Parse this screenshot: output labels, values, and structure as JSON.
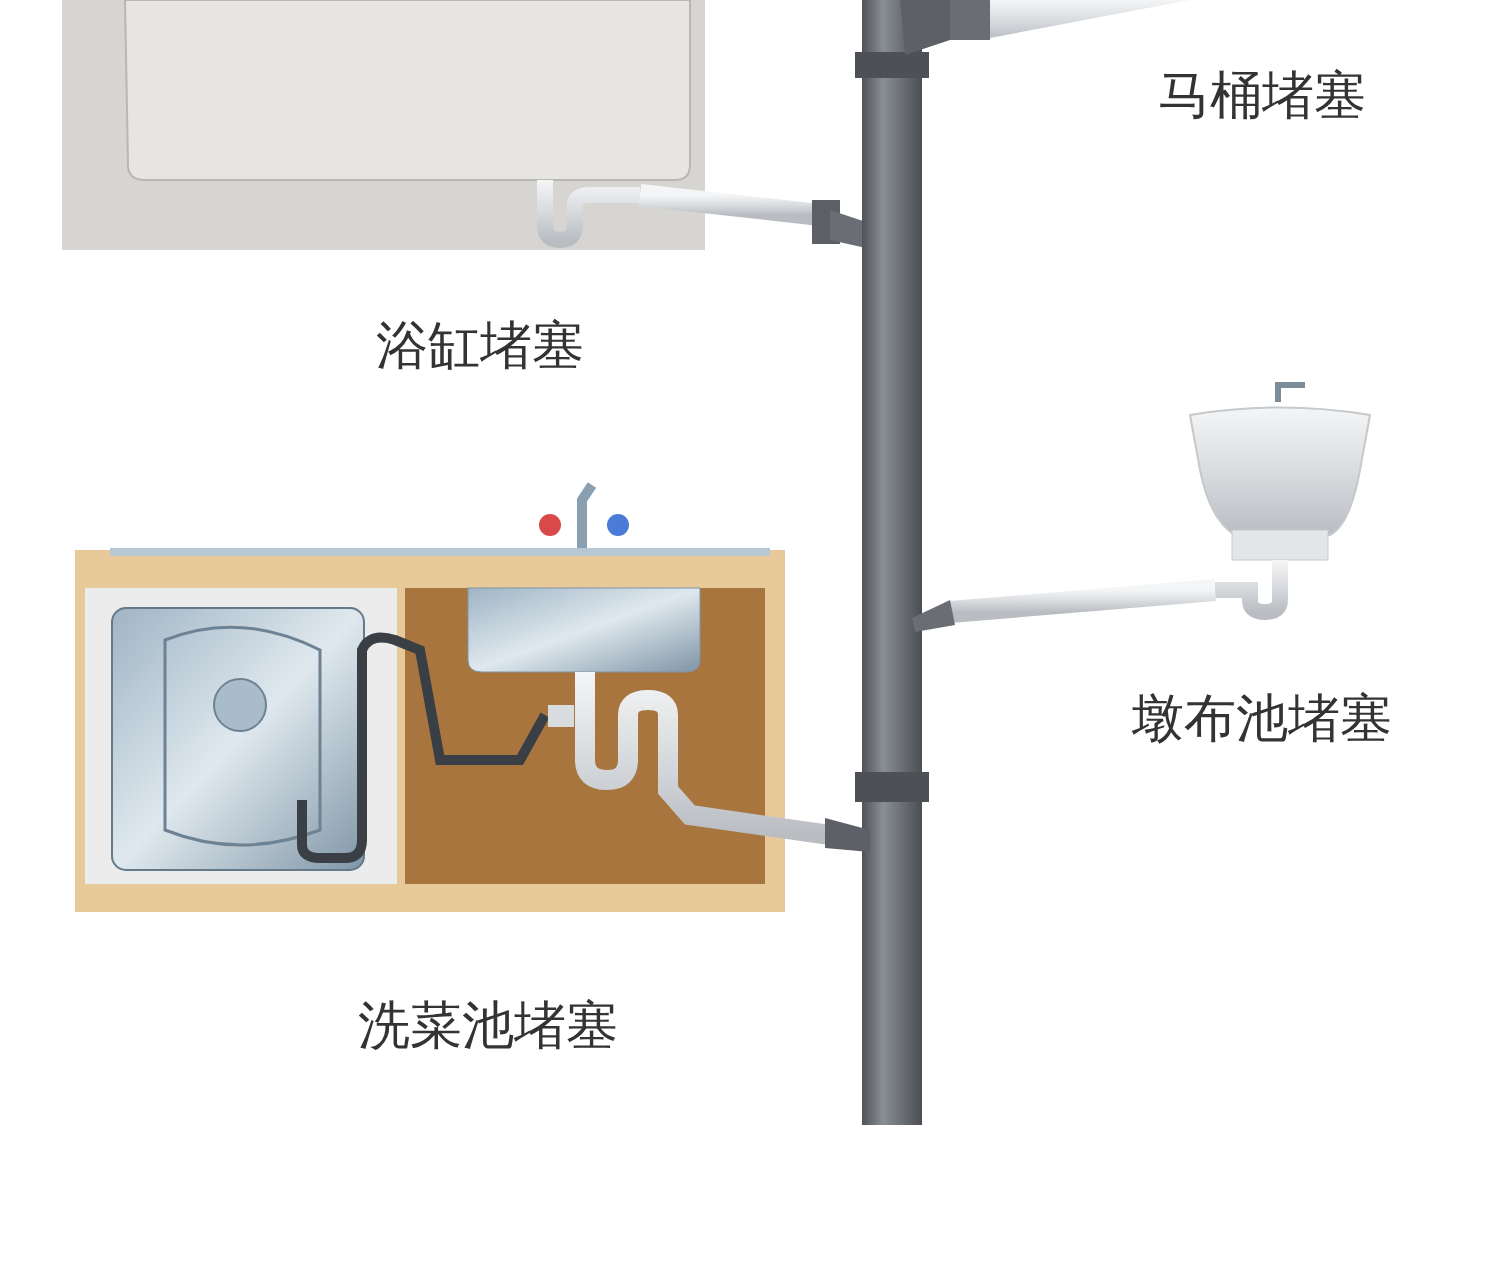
{
  "diagram": {
    "labels": [
      "马桶堵塞",
      "浴缸堵塞",
      "墩布池堵塞",
      "洗菜池堵塞"
    ]
  }
}
